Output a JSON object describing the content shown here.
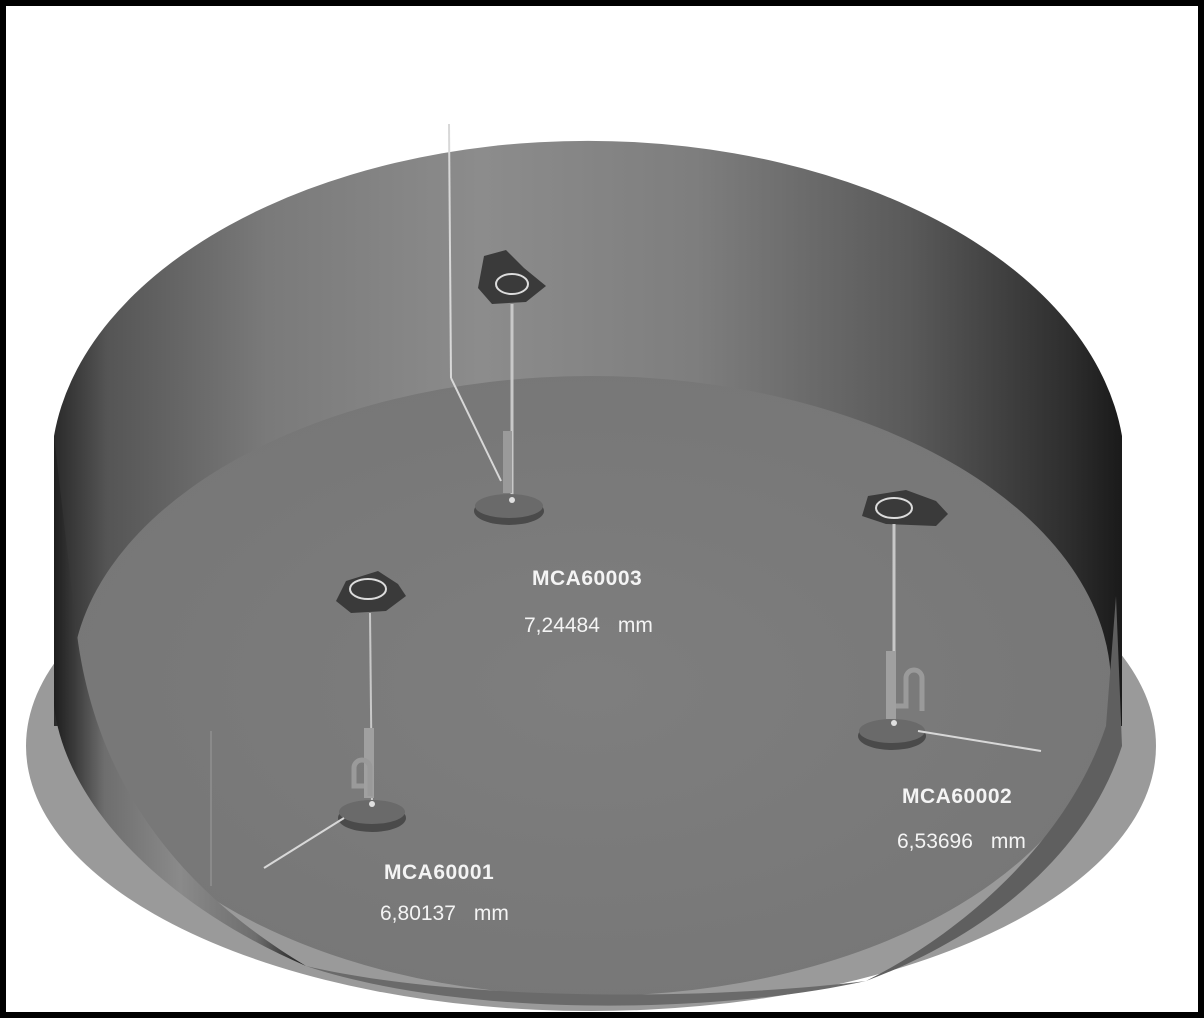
{
  "sensors": [
    {
      "id": "MCA60003",
      "value": "7,24484",
      "unit": "mm"
    },
    {
      "id": "MCA60002",
      "value": "6,53696",
      "unit": "mm"
    },
    {
      "id": "MCA60001",
      "value": "6,80137",
      "unit": "mm"
    }
  ],
  "colors": {
    "frame": "#000000",
    "background": "#ffffff",
    "floor": "#7b7b7b",
    "rim": "#9a9a9a",
    "wall_light": "#8c8c8c",
    "wall_dark": "#1a1a1a",
    "label_text": "#f4f4f4"
  }
}
